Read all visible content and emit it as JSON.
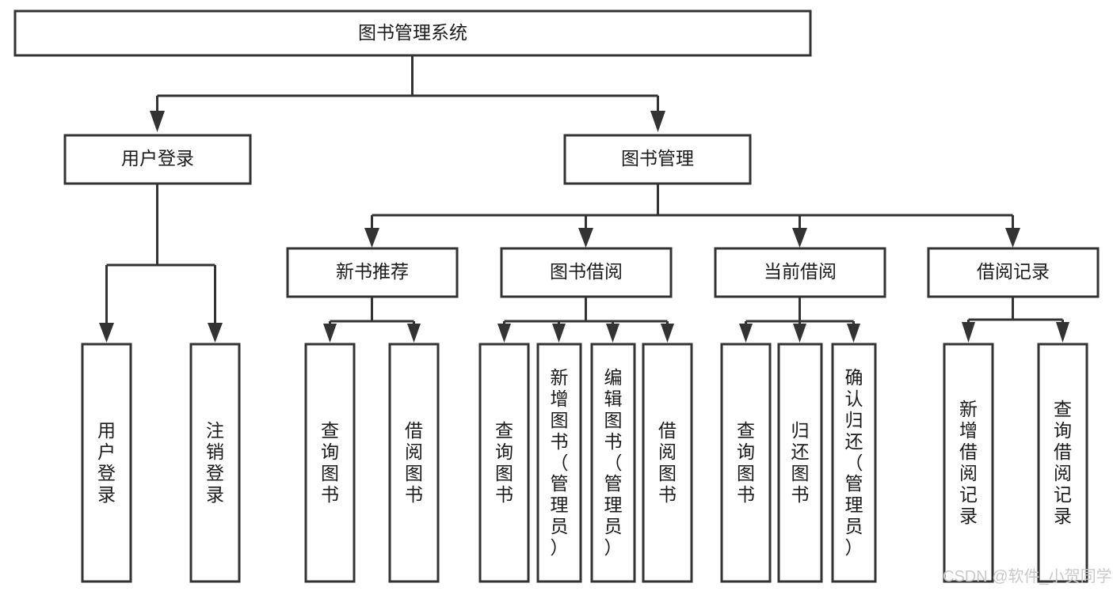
{
  "diagram": {
    "title": "图书管理系统",
    "type": "hierarchy-tree",
    "root": {
      "id": "root",
      "label": "图书管理系统",
      "orientation": "horizontal"
    },
    "level1": [
      {
        "id": "user-login",
        "label": "用户登录",
        "orientation": "horizontal"
      },
      {
        "id": "book-manage",
        "label": "图书管理",
        "orientation": "horizontal"
      }
    ],
    "level2": [
      {
        "id": "new-book-recommend",
        "label": "新书推荐",
        "parent": "book-manage",
        "orientation": "horizontal"
      },
      {
        "id": "book-borrow",
        "label": "图书借阅",
        "parent": "book-manage",
        "orientation": "horizontal"
      },
      {
        "id": "current-borrow",
        "label": "当前借阅",
        "parent": "book-manage",
        "orientation": "horizontal"
      },
      {
        "id": "borrow-record",
        "label": "借阅记录",
        "parent": "book-manage",
        "orientation": "horizontal"
      }
    ],
    "leaves": [
      {
        "id": "leaf-user-login",
        "label": "用户登录",
        "parent": "user-login",
        "orientation": "vertical"
      },
      {
        "id": "leaf-logout",
        "label": "注销登录",
        "parent": "user-login",
        "orientation": "vertical"
      },
      {
        "id": "leaf-query-book-1",
        "label": "查询图书",
        "parent": "new-book-recommend",
        "orientation": "vertical"
      },
      {
        "id": "leaf-borrow-book-1",
        "label": "借阅图书",
        "parent": "new-book-recommend",
        "orientation": "vertical"
      },
      {
        "id": "leaf-query-book-2",
        "label": "查询图书",
        "parent": "book-borrow",
        "orientation": "vertical"
      },
      {
        "id": "leaf-add-book",
        "label": "新增图书（管理员）",
        "parent": "book-borrow",
        "orientation": "vertical"
      },
      {
        "id": "leaf-edit-book",
        "label": "编辑图书（管理员）",
        "parent": "book-borrow",
        "orientation": "vertical"
      },
      {
        "id": "leaf-borrow-book-2",
        "label": "借阅图书",
        "parent": "book-borrow",
        "orientation": "vertical"
      },
      {
        "id": "leaf-query-book-3",
        "label": "查询图书",
        "parent": "current-borrow",
        "orientation": "vertical"
      },
      {
        "id": "leaf-return-book",
        "label": "归还图书",
        "parent": "current-borrow",
        "orientation": "vertical"
      },
      {
        "id": "leaf-confirm-return",
        "label": "确认归还（管理员）",
        "parent": "current-borrow",
        "orientation": "vertical"
      },
      {
        "id": "leaf-add-record",
        "label": "新增借阅记录",
        "parent": "borrow-record",
        "orientation": "vertical"
      },
      {
        "id": "leaf-query-record",
        "label": "查询借阅记录",
        "parent": "borrow-record",
        "orientation": "vertical"
      }
    ],
    "watermark": "CSDN @软件_小贺同学",
    "colors": {
      "stroke": "#333333",
      "fill": "#ffffff",
      "text": "#1a1a1a",
      "watermark": "#c9c9c9",
      "background": "#ffffff"
    }
  }
}
